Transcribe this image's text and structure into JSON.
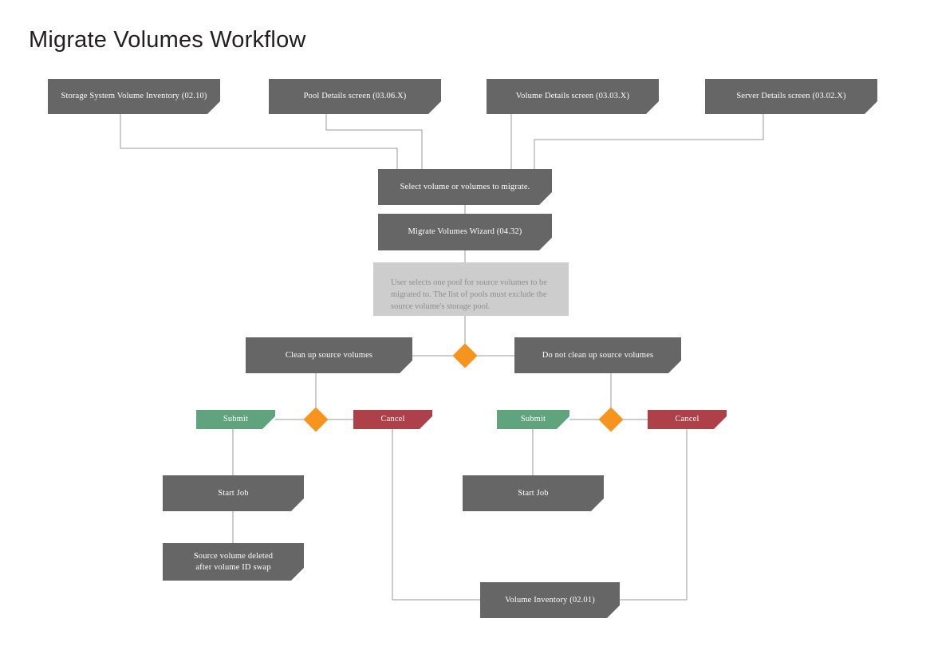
{
  "title": "Migrate Volumes Workflow",
  "colors": {
    "node_gray": "#666666",
    "note_gray": "#cdcdcd",
    "note_text": "#8e8e8e",
    "submit_green": "#5fa47c",
    "cancel_red": "#ae4049",
    "decision_orange": "#f7941e",
    "connector": "#9a9a9a",
    "title_text": "#231f20",
    "background": "#ffffff"
  },
  "nodes": {
    "storage_system_volume_inventory": "Storage System Volume Inventory (02.10)",
    "pool_details": "Pool Details screen (03.06.X)",
    "volume_details": "Volume Details screen (03.03.X)",
    "server_details": "Server Details screen (03.02.X)",
    "select_volumes": "Select volume or volumes to migrate.",
    "migrate_wizard": "Migrate Volumes Wizard (04.32)",
    "pool_selection_note": "User selects one pool for source volumes to be migrated to. The list of pools must exclude the source volume's storage pool.",
    "clean_up": "Clean up source volumes",
    "do_not_clean_up": "Do not clean up source volumes",
    "submit_left": "Submit",
    "cancel_left": "Cancel",
    "submit_right": "Submit",
    "cancel_right": "Cancel",
    "start_job_left": "Start Job",
    "start_job_right": "Start Job",
    "source_volume_deleted": "Source volume deleted\nafter volume ID swap",
    "volume_inventory": "Volume Inventory (02.01)"
  }
}
